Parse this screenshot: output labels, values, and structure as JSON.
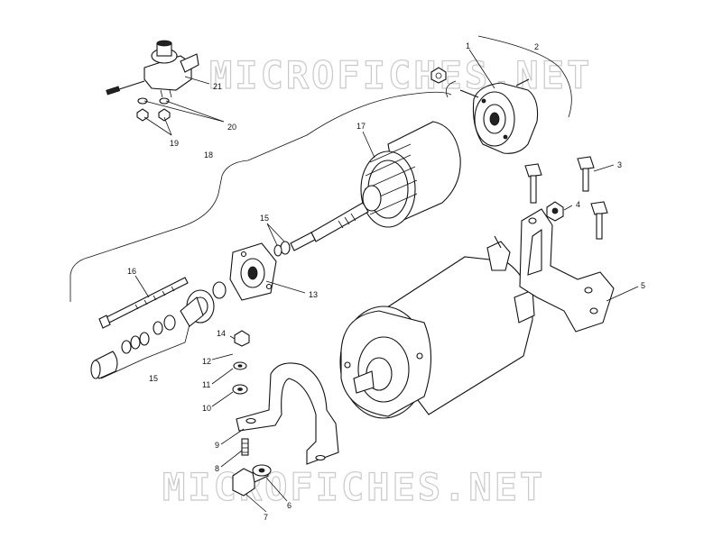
{
  "watermark": {
    "top_text": "MICROFICHES.NET",
    "bottom_text": "MICROFICHES.NET"
  },
  "callouts": {
    "c1": "1",
    "c2": "2",
    "c3": "3",
    "c4": "4",
    "c5": "5",
    "c6": "6",
    "c7": "7",
    "c8": "8",
    "c9": "9",
    "c10": "10",
    "c11": "11",
    "c12": "12",
    "c13": "13",
    "c14": "14",
    "c15a": "15",
    "c15b": "15",
    "c16": "16",
    "c17": "17",
    "c18": "18",
    "c19": "19",
    "c20": "20",
    "c21": "21"
  }
}
